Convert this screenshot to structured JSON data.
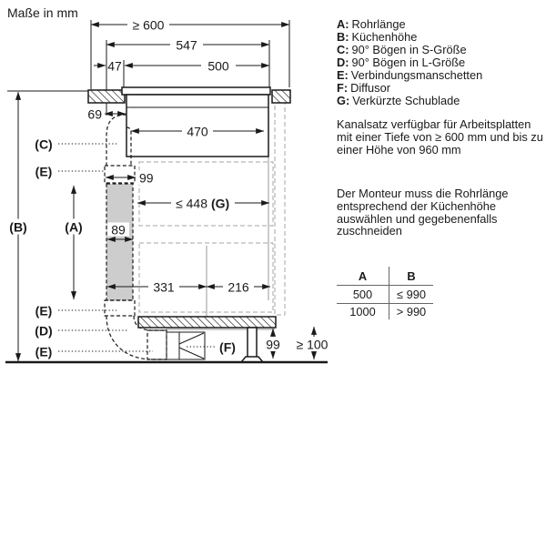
{
  "title": "Maße in mm",
  "legend": {
    "items": [
      {
        "key": "A:",
        "label": "Rohrlänge"
      },
      {
        "key": "B:",
        "label": "Küchenhöhe"
      },
      {
        "key": "C:",
        "label": "90° Bögen in S-Größe"
      },
      {
        "key": "D:",
        "label": "90° Bögen in L-Größe"
      },
      {
        "key": "E:",
        "label": "Verbindungsmanschetten"
      },
      {
        "key": "F:",
        "label": "Diffusor"
      },
      {
        "key": "G:",
        "label": "Verkürzte Schublade"
      }
    ]
  },
  "notes": {
    "availability": "Kanalsatz verfügbar für Arbeitsplatten mit einer Tiefe von ≥ 600 mm und bis zu einer Höhe von 960 mm",
    "installer": "Der Monteur muss die Rohrlänge entsprechend der Küchenhöhe auswählen und gegebenenfalls zuschneiden"
  },
  "table": {
    "headers": [
      "A",
      "B"
    ],
    "rows": [
      [
        "500",
        "≤ 990"
      ],
      [
        "1000",
        "> 990"
      ]
    ]
  },
  "dims": {
    "top_min": "≥ 600",
    "w547": "547",
    "w47": "47",
    "w500": "500",
    "w69": "69",
    "w470": "470",
    "h99_duct": "99",
    "drawer_max": "≤ 448",
    "w89": "89",
    "w331": "331",
    "w216": "216",
    "h99_base": "99",
    "h100_min": "≥ 100"
  },
  "refs": {
    "a": "(A)",
    "b": "(B)",
    "c": "(C)",
    "d": "(D)",
    "e": "(E)",
    "f": "(F)",
    "g": "(G)"
  },
  "colors": {
    "line": "#1a1a1a",
    "duct_fill": "#cdcdcd",
    "cabinet_dash": "#a6a6a6"
  }
}
